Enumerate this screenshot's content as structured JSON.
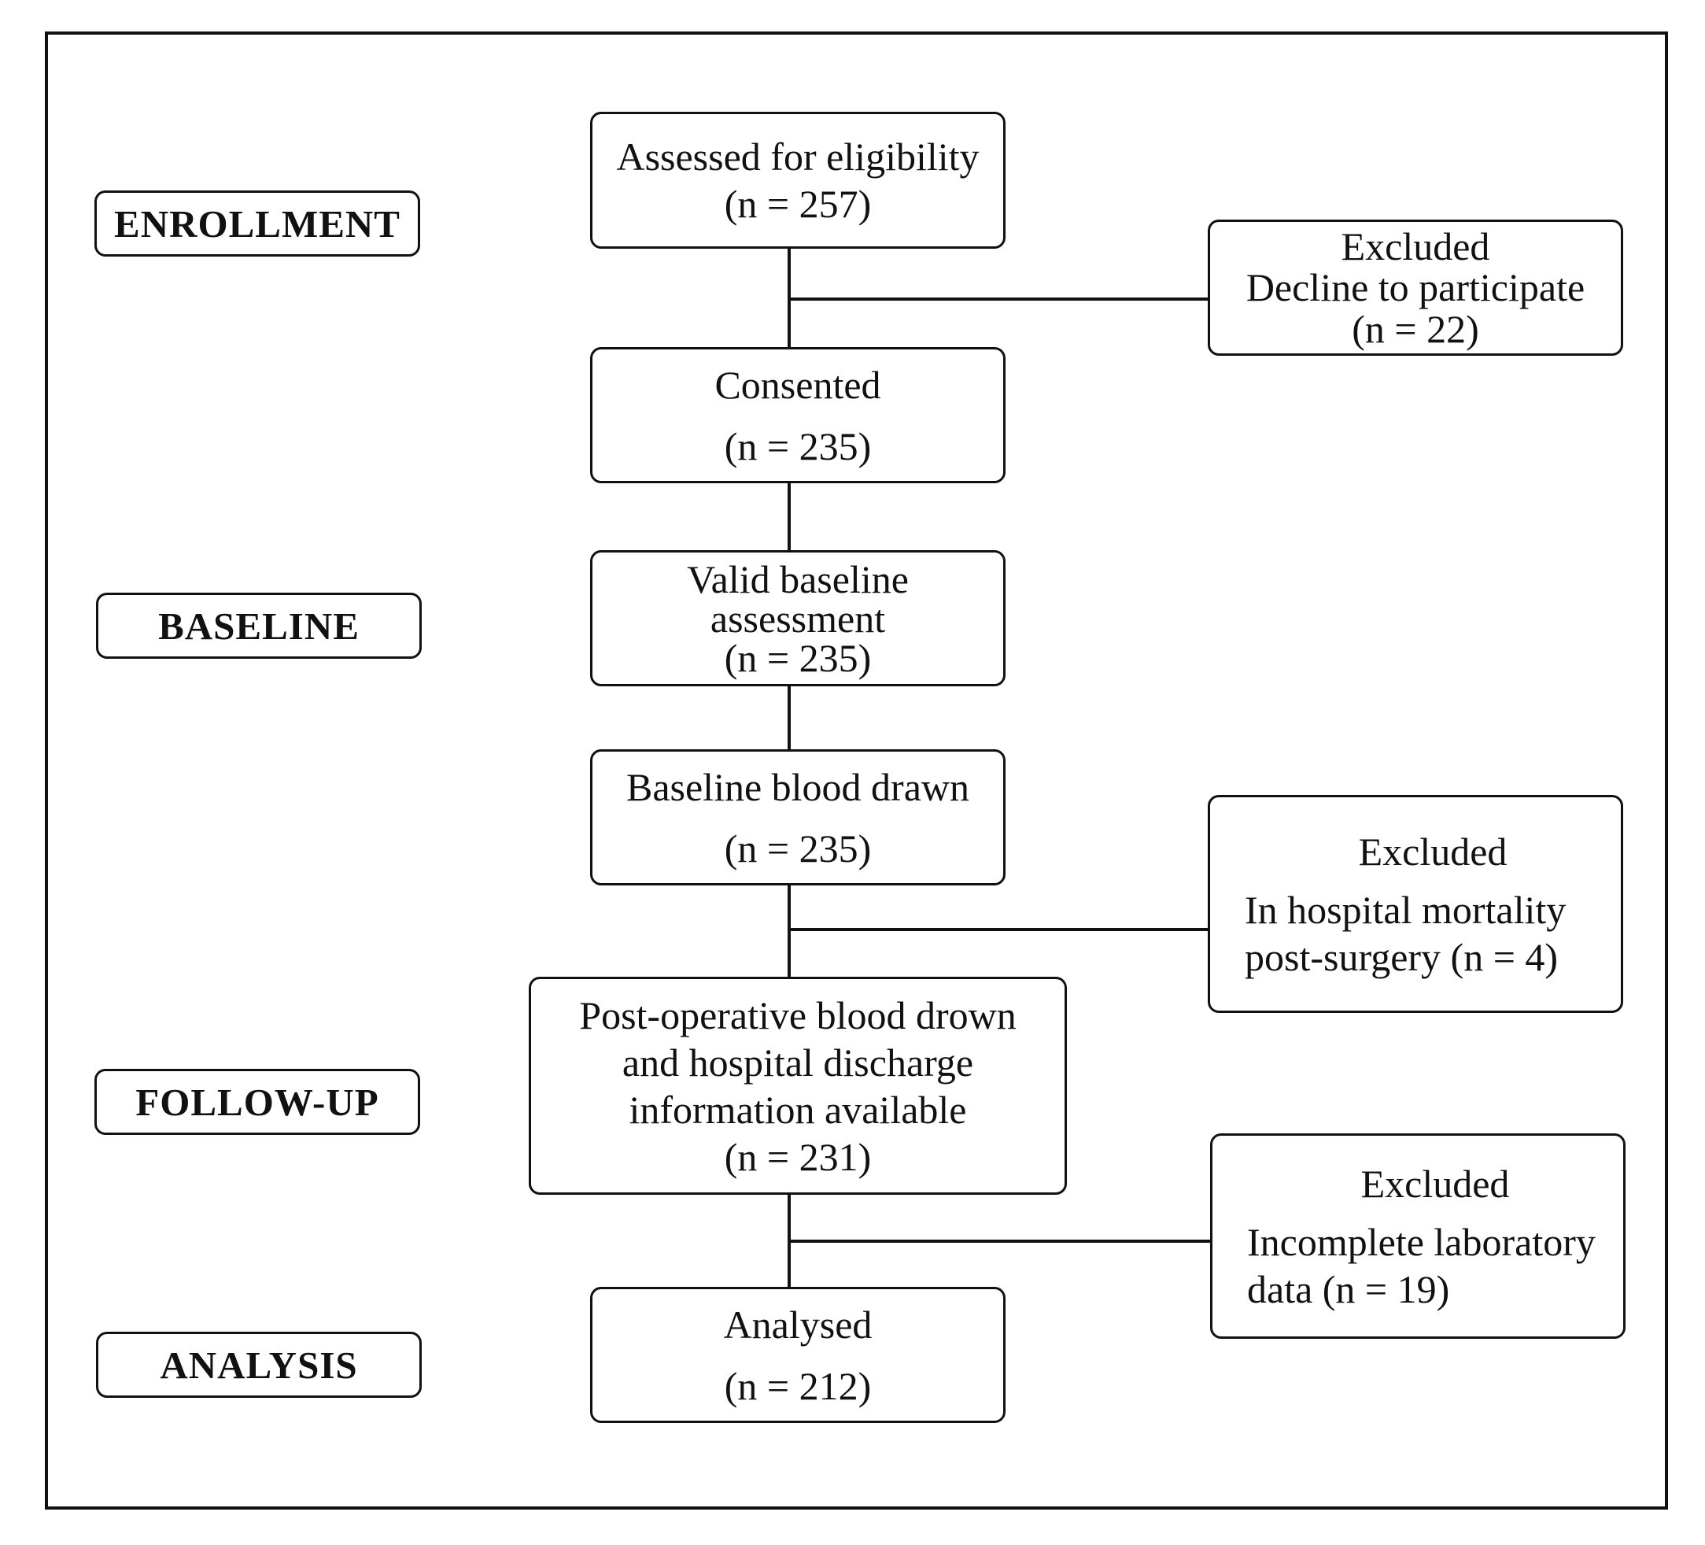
{
  "stages": {
    "enrollment": "ENROLLMENT",
    "baseline": "BASELINE",
    "follow_up": "FOLLOW-UP",
    "analysis": "ANALYSIS"
  },
  "main_flow": {
    "assessed": {
      "label": "Assessed for eligibility",
      "count": "(n = 257)"
    },
    "consented": {
      "label": "Consented",
      "count": "(n = 235)"
    },
    "valid_baseline": {
      "label_line1": "Valid baseline",
      "label_line2": "assessment",
      "count": "(n = 235)"
    },
    "baseline_blood": {
      "label": "Baseline blood drawn",
      "count": "(n = 235)"
    },
    "post_operative": {
      "label_line1": "Post-operative blood drown",
      "label_line2": "and hospital discharge",
      "label_line3": "information available",
      "count": "(n = 231)"
    },
    "analysed": {
      "label": "Analysed",
      "count": "(n = 212)"
    }
  },
  "exclusions": {
    "declined": {
      "title": "Excluded",
      "reason": "Decline to participate",
      "count": "(n = 22)"
    },
    "mortality": {
      "title": "Excluded",
      "reason_line1": "In hospital mortality",
      "reason_line2": "post-surgery (n = 4)"
    },
    "incomplete_lab": {
      "title": "Excluded",
      "reason_line1": "Incomplete laboratory",
      "reason_line2": "data (n = 19)"
    }
  },
  "colors": {
    "stroke": "#111111",
    "background": "#ffffff"
  }
}
